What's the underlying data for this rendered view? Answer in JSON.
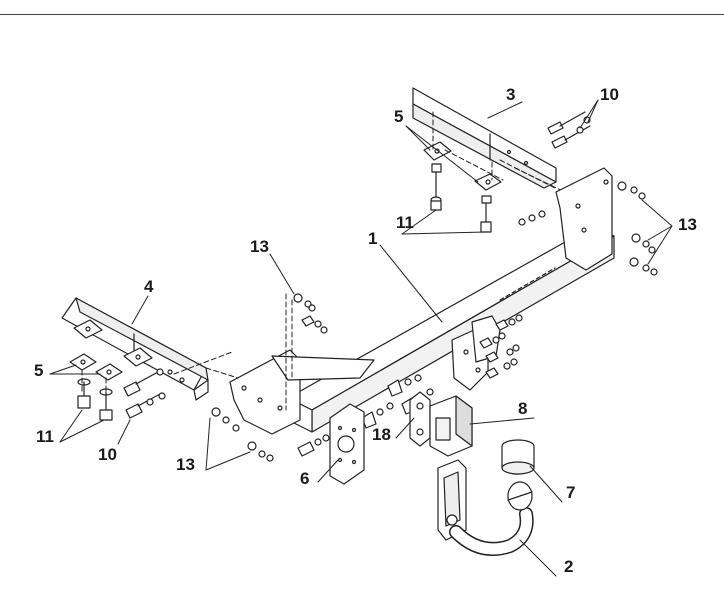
{
  "diagram": {
    "callouts": {
      "c1": "1",
      "c2": "2",
      "c3": "3",
      "c4": "4",
      "c5_right": "5",
      "c5_left": "5",
      "c6": "6",
      "c7": "7",
      "c8": "8",
      "c10_right": "10",
      "c10_left": "10",
      "c11_right": "11",
      "c11_left": "11",
      "c13_right": "13",
      "c13_top": "13",
      "c13_bottom": "13",
      "c18": "18"
    },
    "line_color": "#222222",
    "hatch_color": "#999999"
  }
}
